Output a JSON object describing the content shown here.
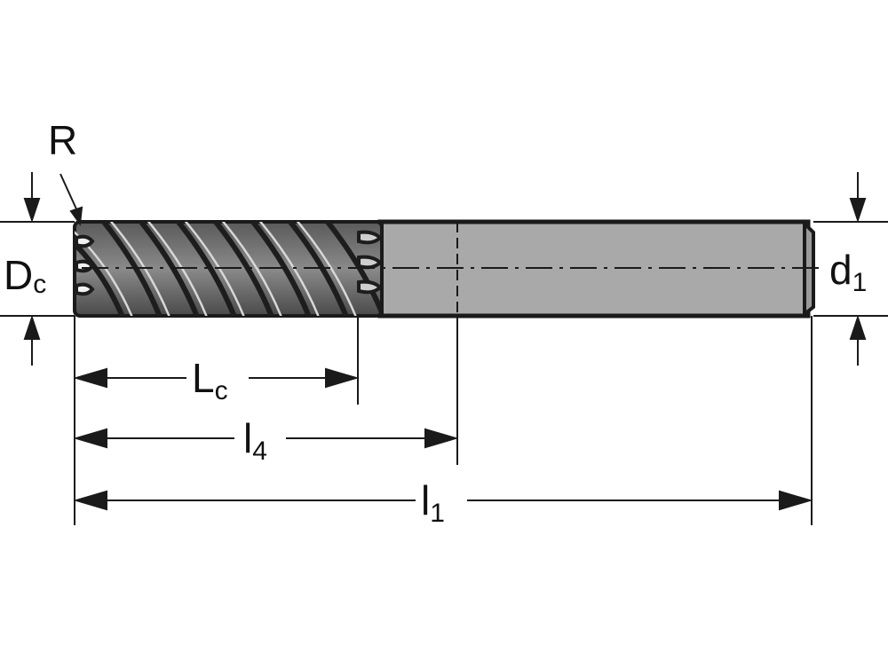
{
  "labels": {
    "radius": "R",
    "cutting_diameter": {
      "main": "D",
      "sub": "c"
    },
    "shank_diameter": {
      "main": "d",
      "sub": "1"
    },
    "cutting_length": {
      "main": "L",
      "sub": "c"
    },
    "usable_length": {
      "main": "l",
      "sub": "4"
    },
    "overall_length": {
      "main": "l",
      "sub": "1"
    }
  }
}
